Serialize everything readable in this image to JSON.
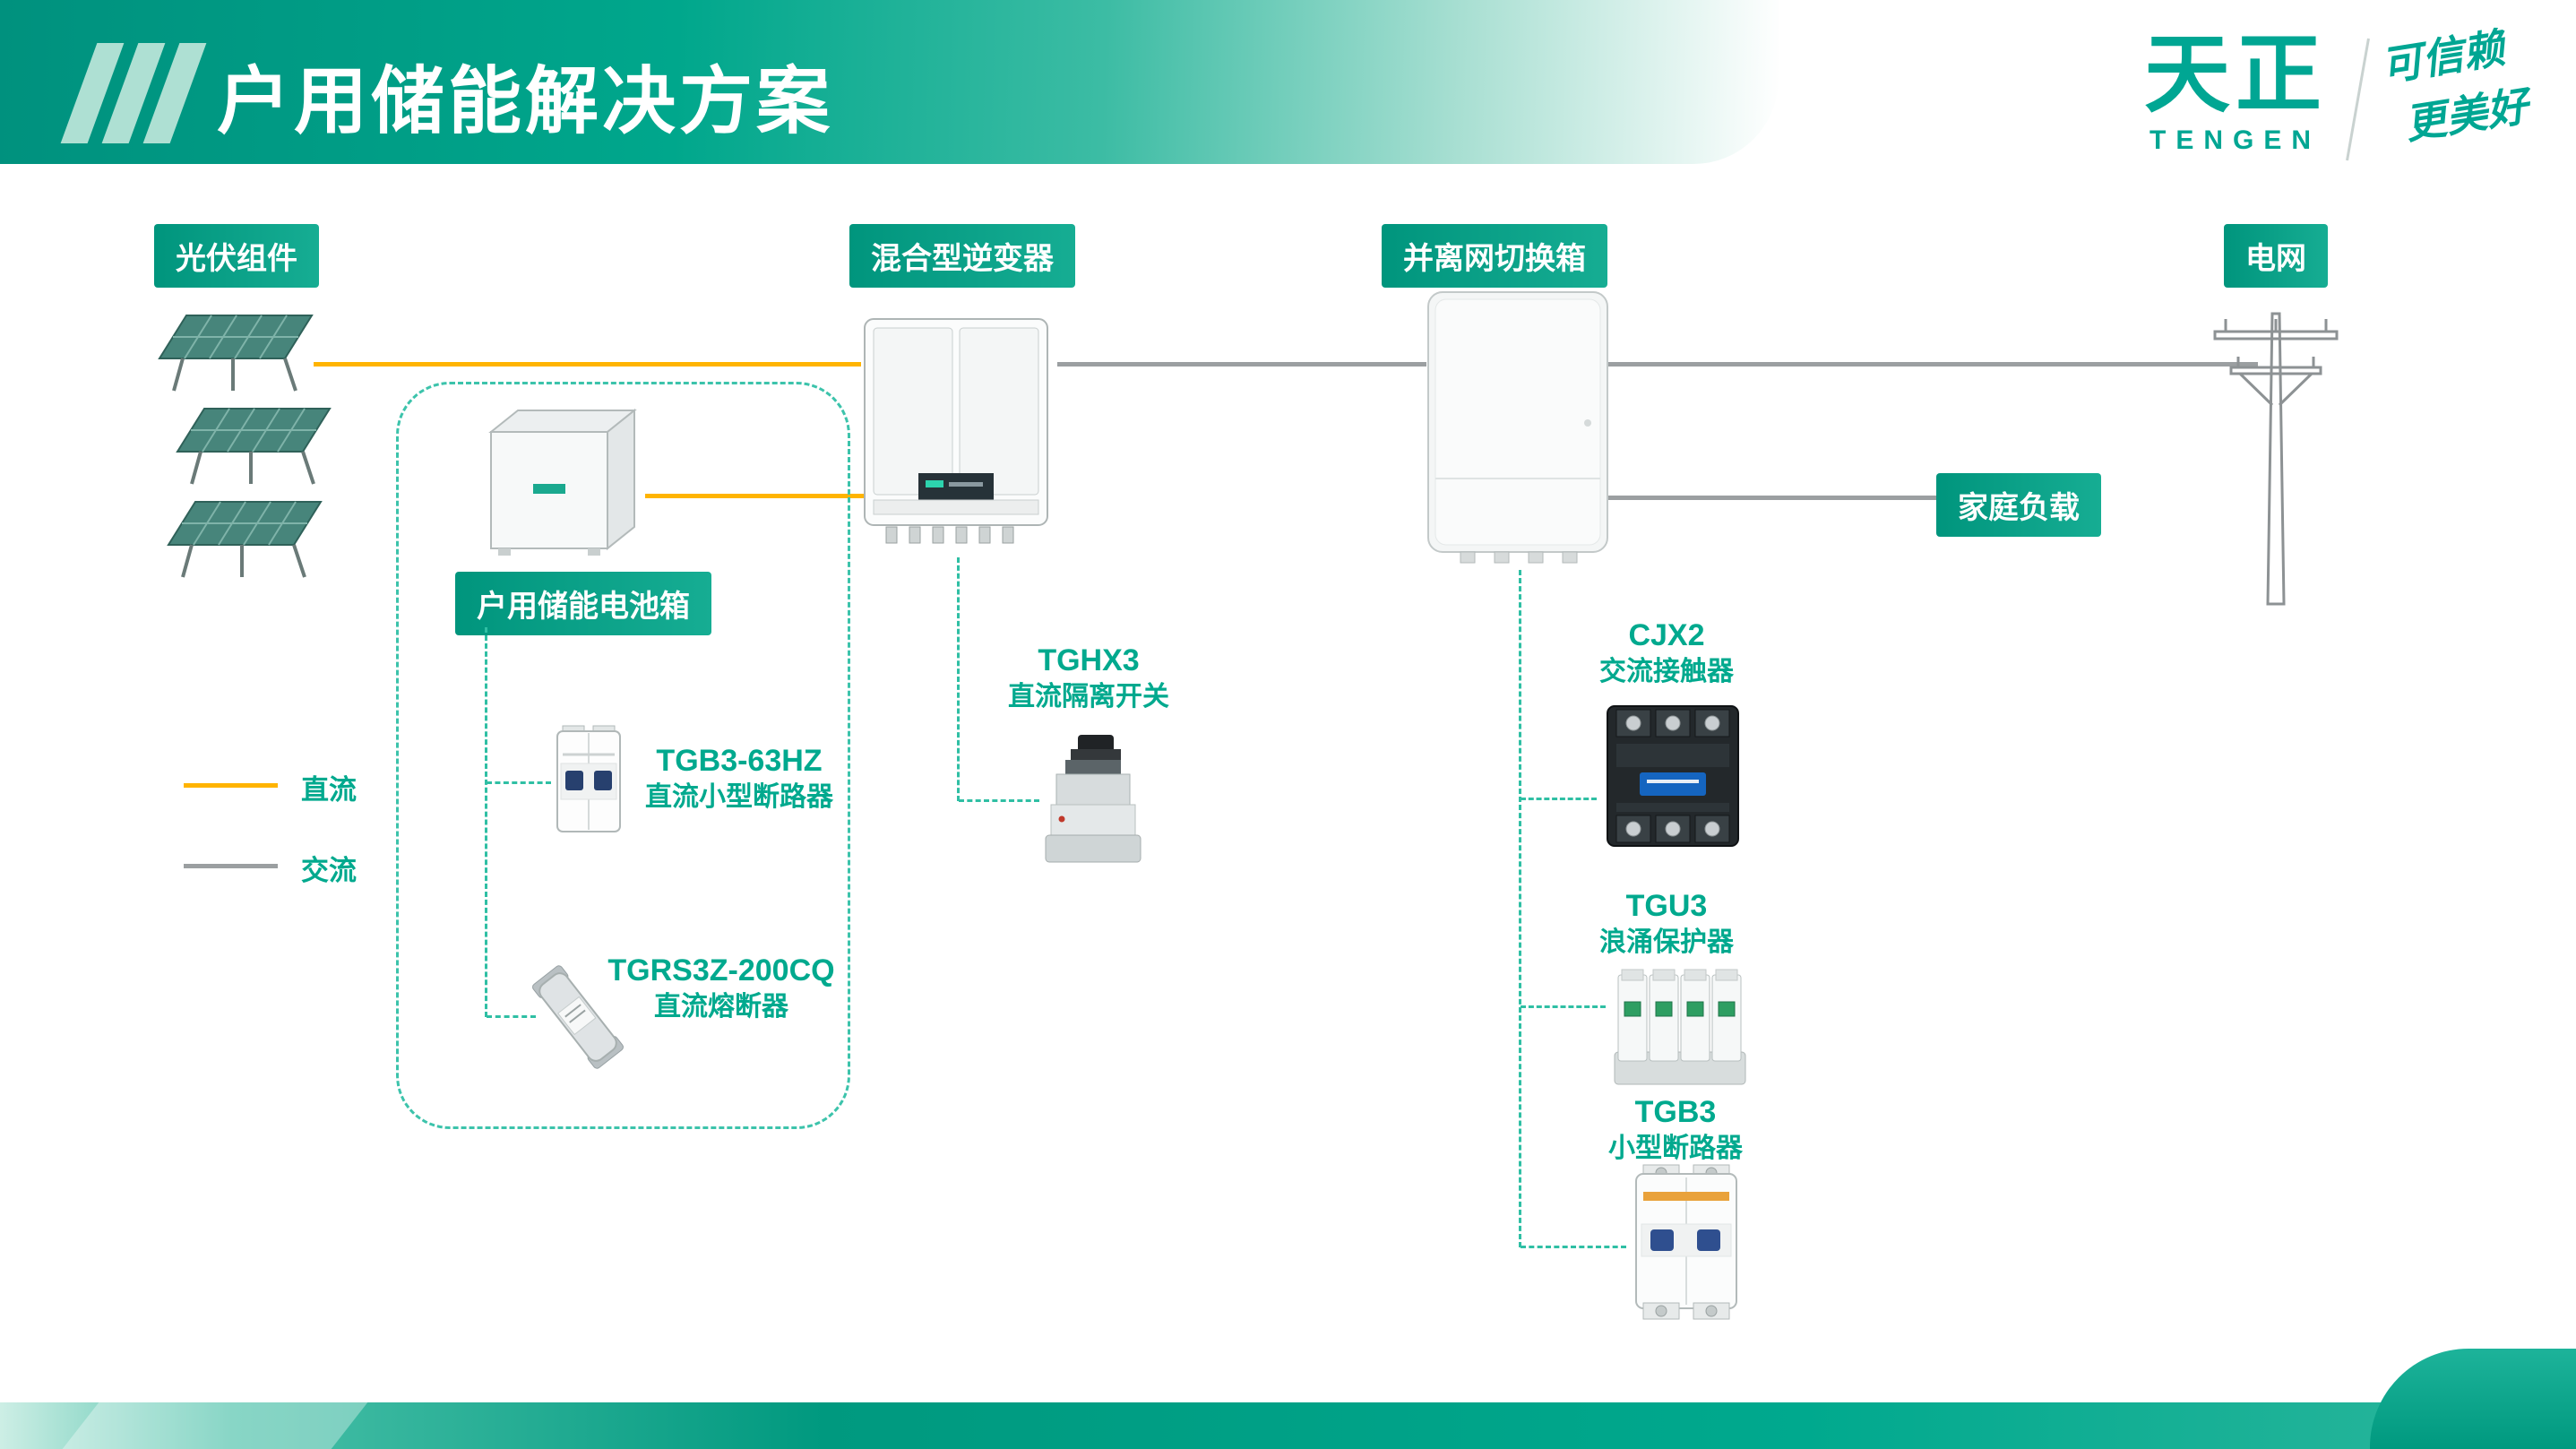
{
  "header": {
    "title": "户用储能解决方案",
    "brand": {
      "name": "天正",
      "latin": "TENGEN",
      "slogan1": "可信赖",
      "slogan2": "更美好"
    }
  },
  "nodes": {
    "pv": {
      "label": "光伏组件"
    },
    "battery": {
      "label": "户用储能电池箱"
    },
    "inverter": {
      "label": "混合型逆变器"
    },
    "switchbox": {
      "label": "并离网切换箱"
    },
    "grid": {
      "label": "电网"
    },
    "load": {
      "label": "家庭负载"
    }
  },
  "legend": {
    "dc": "直流",
    "ac": "交流"
  },
  "products": {
    "tgb3_63hz": {
      "model": "TGB3-63HZ",
      "desc": "直流小型断路器"
    },
    "tgrs3z": {
      "model": "TGRS3Z-200CQ",
      "desc": "直流熔断器"
    },
    "tghx3": {
      "model": "TGHX3",
      "desc": "直流隔离开关"
    },
    "cjx2": {
      "model": "CJX2",
      "desc": "交流接触器"
    },
    "tgu3": {
      "model": "TGU3",
      "desc": "浪涌保护器"
    },
    "tgb3": {
      "model": "TGB3",
      "desc": "小型断路器"
    }
  },
  "icons": {
    "logo_slashes": "triple-slash-mark",
    "solar_panel": "pv-panel-drawing",
    "battery_box": "storage-cabinet-drawing",
    "inverter": "hybrid-inverter-drawing",
    "switchbox": "transfer-box-drawing",
    "utility_pole": "power-pole-drawing"
  },
  "colors": {
    "teal": "#00A98E",
    "dc_line": "#FFB400",
    "ac_line": "#9B9FA1"
  }
}
